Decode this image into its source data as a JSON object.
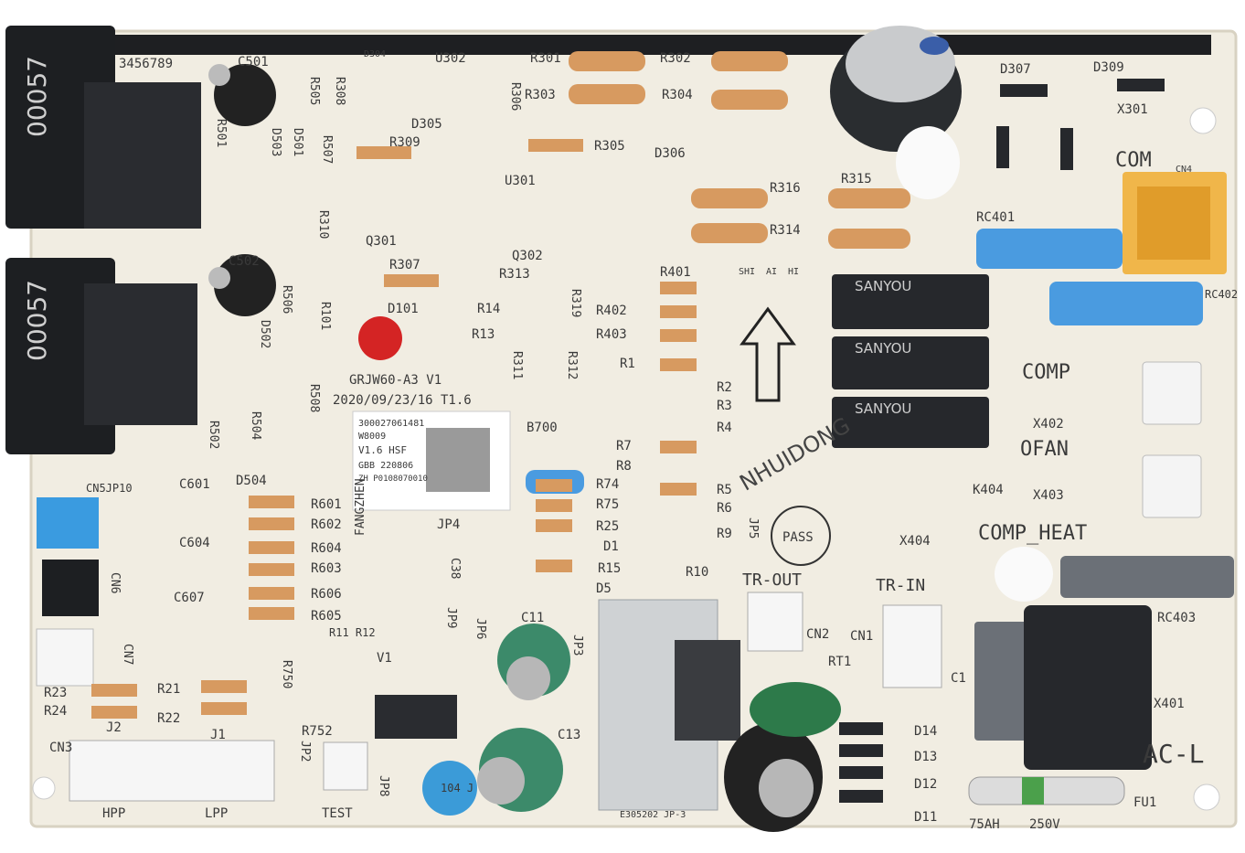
{
  "board": {
    "colors": {
      "pcb": "#f1ede2",
      "pcb_edge": "#d8d2c2",
      "black_part": "#1d1f22",
      "blue_cap": "#4a9be0",
      "orange_conn": "#f0b64a",
      "relay": "#26282c",
      "green_cap": "#3c8a6a",
      "led_red": "#d42424"
    },
    "model_text": "GRJW60-A3   V1",
    "date_text": "2020/09/23/16  T1.6",
    "sticker": {
      "line1": "300027061481",
      "line2": "W8009",
      "line3": "V1.6  HSF",
      "line4": "GBB    220806",
      "line5": "ZH P0108070010"
    },
    "pass_stamp": "PASS",
    "watermark": "NHUIDONG",
    "relays": [
      {
        "brand": "SANYOU"
      },
      {
        "brand": "SANYOU"
      },
      {
        "brand": "SANYOU"
      }
    ],
    "transformer_block": "00057"
  },
  "labels": {
    "seq": "3456789",
    "c501": "C501",
    "c502": "C502",
    "c601": "C601",
    "c604": "C604",
    "c607": "C607",
    "r501": "R501",
    "r505": "R505",
    "r308": "R308",
    "d304": "D304",
    "u302": "U302",
    "r301": "R301",
    "r302": "R302",
    "r303": "R303",
    "r304": "R304",
    "r306": "R306",
    "d305": "D305",
    "r309": "R309",
    "r305": "R305",
    "d306": "D306",
    "d307": "D307",
    "d309": "D309",
    "x301": "X301",
    "com": "COM",
    "cn4": "CN4",
    "d503": "D503",
    "d501": "D501",
    "r507": "R507",
    "r310": "R310",
    "q301": "Q301",
    "u301": "U301",
    "q302": "Q302",
    "r316": "R316",
    "r315": "R315",
    "r314": "R314",
    "rc401": "RC401",
    "rc402": "RC402",
    "r307": "R307",
    "r313": "R313",
    "r14": "R14",
    "r13": "R13",
    "d101": "D101",
    "r101": "R101",
    "r506": "R506",
    "d502": "D502",
    "r401": "R401",
    "r402": "R402",
    "r403": "R403",
    "r319": "R319",
    "r311": "R311",
    "r312": "R312",
    "r1": "R1",
    "r2": "R2",
    "r3": "R3",
    "r4": "R4",
    "r7": "R7",
    "r8": "R8",
    "r5": "R5",
    "r6": "R6",
    "r9": "R9",
    "r10": "R10",
    "comp": "COMP",
    "x402": "X402",
    "ofan": "OFAN",
    "x403": "X403",
    "k404": "K404",
    "comp_heat": "COMP_HEAT",
    "x404": "X404",
    "b700": "B700",
    "r74": "R74",
    "r75": "R75",
    "r25": "R25",
    "r15": "R15",
    "d1": "D1",
    "d5": "D5",
    "jp4": "JP4",
    "jp5": "JP5",
    "c38": "C38",
    "r601": "R601",
    "r602": "R602",
    "r604": "R604",
    "r603": "R603",
    "r606": "R606",
    "r605": "R605",
    "cn5": "CN5JP10",
    "d504": "D504",
    "r504": "R504",
    "r508": "R508",
    "r502": "R502",
    "fangzhen": "FANGZHEN",
    "jp9": "JP9",
    "jp6": "JP6",
    "jp3": "JP3",
    "c11": "C11",
    "c13": "C13",
    "tr_out": "TR-OUT",
    "tr_in": "TR-IN",
    "cn2": "CN2",
    "cn1": "CN1",
    "rt1": "RT1",
    "rc403": "RC403",
    "r11r12": "R11 R12",
    "r750": "R750",
    "v1": "V1",
    "r752": "R752",
    "jp2": "JP2",
    "jp8": "JP8",
    "test": "TEST",
    "hpp": "HPP",
    "lpp": "LPP",
    "cn3": "CN3",
    "j1": "J1",
    "j2": "J2",
    "r23": "R23",
    "r24": "R24",
    "r21": "R21",
    "r22": "R22",
    "cn6": "CN6",
    "cn7": "CN7",
    "d14": "D14",
    "d13": "D13",
    "d12": "D12",
    "d11": "D11",
    "fu1": "FU1",
    "ac_l": "AC-L",
    "fuse_a": "75AH",
    "fuse_v": "250V",
    "x401": "X401",
    "c1": "C1",
    "shi": "SHI",
    "ai": "AI",
    "hi": "HI",
    "cap_marking": "104 J",
    "heatsink_code": "E305202  JP-3"
  }
}
